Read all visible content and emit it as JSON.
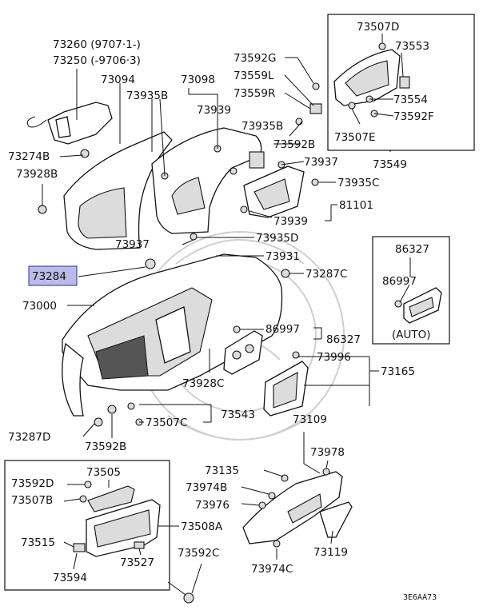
{
  "figure_code": "3E6AA73",
  "highlighted_part": "73284",
  "labels": {
    "p73260": "73260 (9707·1-)",
    "p73250": "73250 (-9706·3)",
    "p73094": "73094",
    "p73098": "73098",
    "p73935b_a": "73935B",
    "p73939_a": "73939",
    "p73274b": "73274B",
    "p73928b": "73928B",
    "p73592g": "73592G",
    "p73559l": "73559L",
    "p73559r": "73559R",
    "p73507d": "73507D",
    "p73553": "73553",
    "p73554": "73554",
    "p73592f": "73592F",
    "p73507e": "73507E",
    "p73935b_b": "73935B",
    "p73592b_a": "73592B",
    "p73549": "73549",
    "p73937_a": "73937",
    "p73935c": "73935C",
    "p81101": "81101",
    "p73939_b": "73939",
    "p73937_b": "73937",
    "p73935d": "73935D",
    "p73931": "73931",
    "p73284": "73284",
    "p73287c": "73287C",
    "p86327_a": "86327",
    "p86997_a": "86997",
    "auto": "(AUTO)",
    "p73000": "73000",
    "p86997_b": "86997",
    "p86327_b": "86327",
    "p73996": "73996",
    "p73165": "73165",
    "p73928c": "73928C",
    "p73543": "73543",
    "p73507c": "73507C",
    "p73287d": "73287D",
    "p73592b_b": "73592B",
    "p73109": "73109",
    "p73978": "73978",
    "p73135": "73135",
    "p73974b": "73974B",
    "p73976": "73976",
    "p73119": "73119",
    "p73974c": "73974C",
    "p73592d": "73592D",
    "p73505": "73505",
    "p73507b": "73507B",
    "p73508a": "73508A",
    "p73515": "73515",
    "p73527": "73527",
    "p73594": "73594",
    "p73592c": "73592C"
  }
}
